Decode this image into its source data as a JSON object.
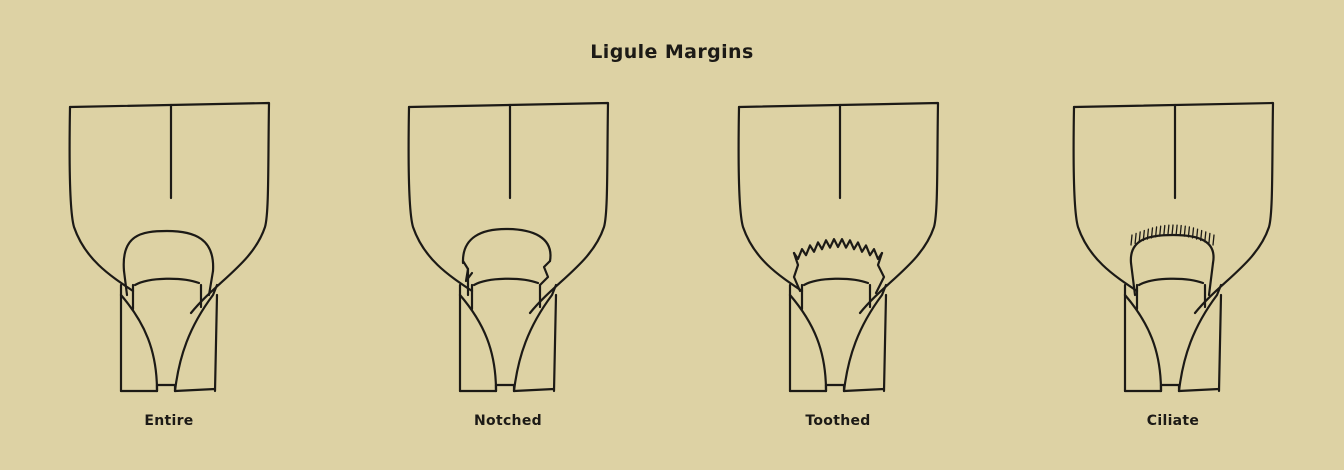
{
  "title": "Ligule Margins",
  "figures": [
    {
      "label": "Entire",
      "margin": "entire"
    },
    {
      "label": "Notched",
      "margin": "notched"
    },
    {
      "label": "Toothed",
      "margin": "toothed"
    },
    {
      "label": "Ciliate",
      "margin": "ciliate"
    }
  ]
}
